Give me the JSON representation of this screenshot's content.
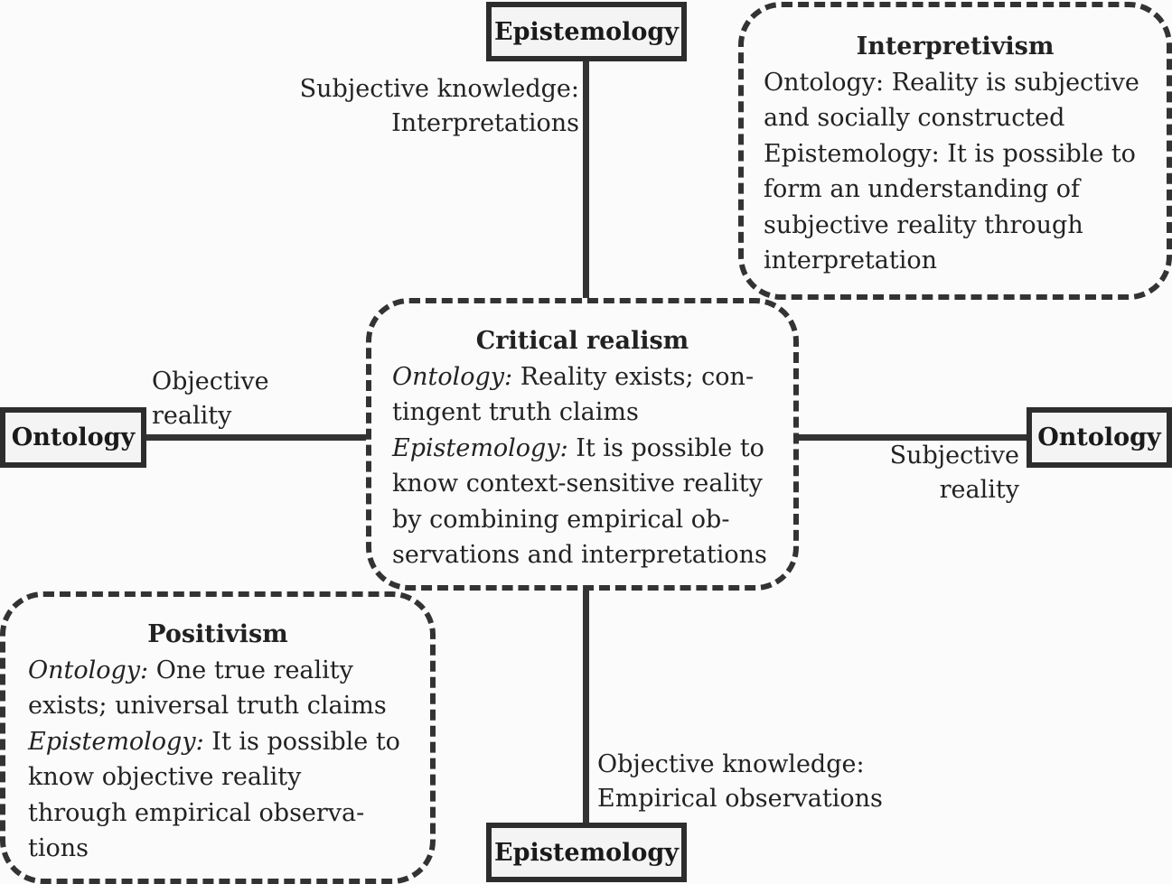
{
  "axes": {
    "epistemology_top": "Epistemology",
    "epistemology_bottom": "Epistemology",
    "ontology_left": "Ontology",
    "ontology_right": "Ontology"
  },
  "edge_labels": {
    "top": [
      "Subjective knowledge:",
      "Interpretations"
    ],
    "left": [
      "Objective",
      "reality"
    ],
    "right": [
      "Subjective",
      "reality"
    ],
    "bottom": [
      "Objective knowledge:",
      "Empirical observations"
    ]
  },
  "interpretivism": {
    "title": "Interpretivism",
    "ontology": "Ontology: Reality is subjective and socially constructed",
    "epistemology": "Epistemology: It is possible to form an understanding of subjective reality through interpretation"
  },
  "critical_realism": {
    "title": "Critical realism",
    "ontology_label": "Ontology:",
    "ontology_text": " Reality exists; con-tingent truth claims",
    "epistemology_label": "Epistemology:",
    "epistemology_text": " It is possible to know context-sensitive reality by combining empirical ob-servations and interpretations"
  },
  "positivism": {
    "title": "Positivism",
    "ontology_label": "Ontology:",
    "ontology_text": " One true reality exists; universal truth claims",
    "epistemology_label": "Epistemology:",
    "epistemology_text": " It is possible to know objective reality through empirical observa-tions"
  }
}
